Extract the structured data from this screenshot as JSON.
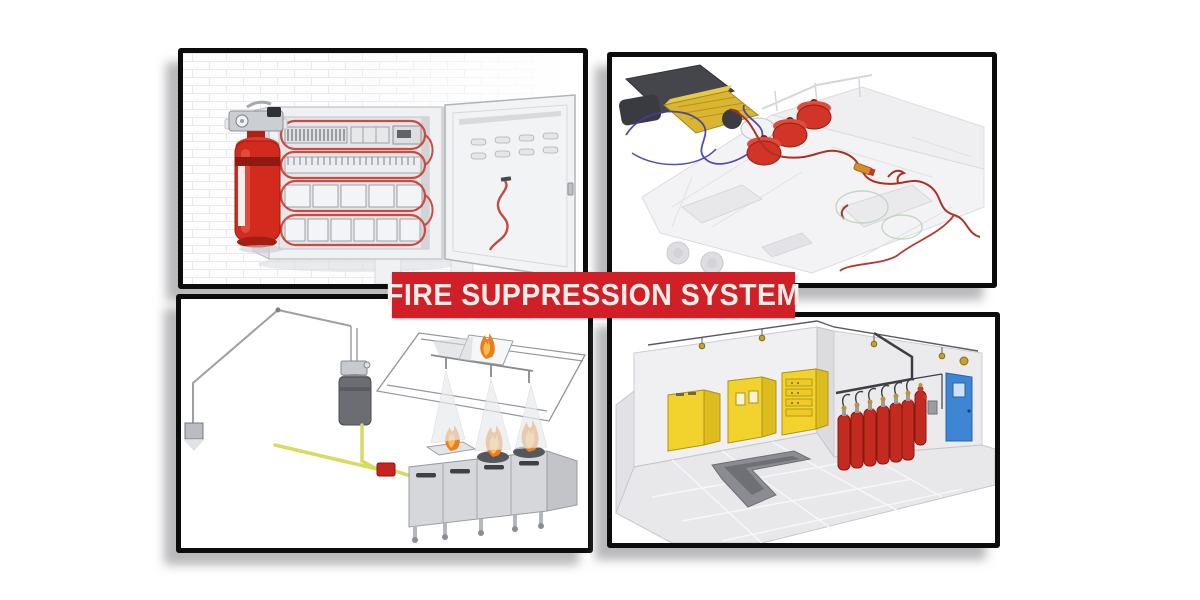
{
  "banner": {
    "label": "FIRE SUPPRESSION SYSTEM",
    "background_color": "#d01f26",
    "text_color": "#f6efe9"
  },
  "canvas": {
    "background_color": "#ffffff",
    "frame_border_color": "#0c0c0c",
    "shadow_color": "#8d8d91"
  },
  "images": {
    "electrical_cabinet_unit": {
      "name": "electrical-panel-suppression-photo",
      "breaker_rows": 4,
      "detection_loop_count": 4,
      "door_vent_count": 8,
      "extinguisher_count": 1,
      "colors": {
        "extinguisher_red": "#d32a1e",
        "detection_tube_red": "#cc4a40",
        "cabinet_gray": "#eff1f3",
        "brick_wall_white": "#fcfcfd"
      }
    },
    "vehicle_machine": {
      "name": "vehicle-engine-suppression-render",
      "suppressant_tank_count": 3,
      "colors": {
        "tank_red": "#d23528",
        "detection_tube_blue": "#3d3dae",
        "distribution_tube_red": "#a83227",
        "engine_yellow": "#d9b530",
        "ghost_chassis_gray": "#ededf0"
      }
    },
    "kitchen_hood": {
      "name": "kitchen-hood-suppression-diagram",
      "range_sections": 4,
      "spray_cone_count": 4,
      "flame_cluster_count": 4,
      "agent_cylinder_count": 1,
      "colors": {
        "flame_orange": "#ed7c1c",
        "flame_inner_yellow": "#f8bf4c",
        "supply_pipe_yellow": "#d5dc60",
        "valve_red": "#c6251d",
        "equipment_steel_gray": "#d5d7da"
      }
    },
    "equipment_room": {
      "name": "equipment-room-suppression-render",
      "yellow_cabinet_count": 3,
      "red_cylinder_count": 7,
      "door_count": 1,
      "colors": {
        "cabinet_yellow": "#f2d32e",
        "cylinder_red": "#c32b20",
        "door_blue": "#3e86d3",
        "floor_gray": "#e8e8eb",
        "manifold_dark": "#3e3f44",
        "nozzle_brass": "#c7a22c"
      }
    }
  }
}
